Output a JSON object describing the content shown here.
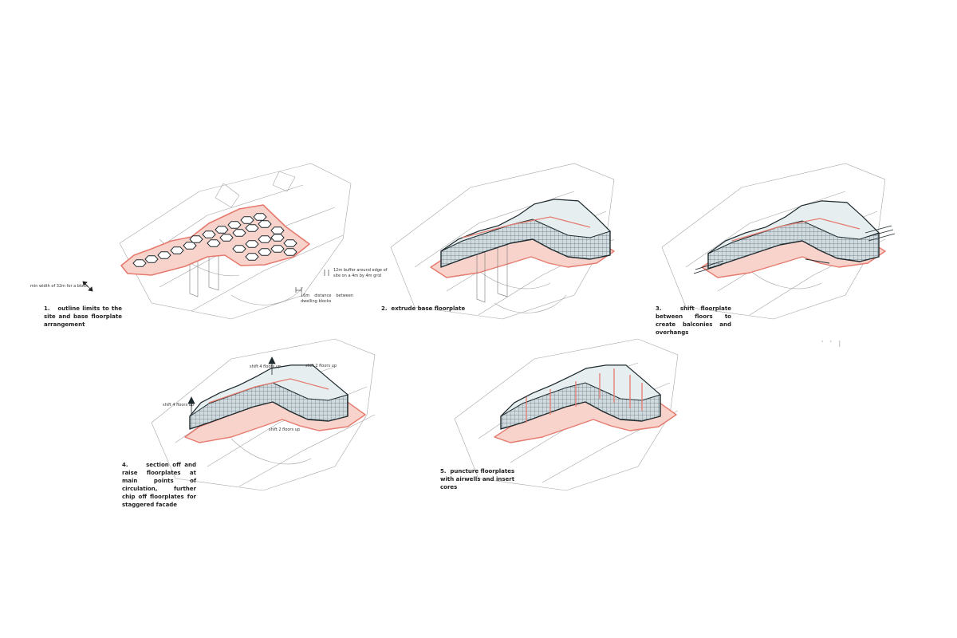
{
  "captions": [
    {
      "num": "1.",
      "text": "outline limits to the site and base floorplate arrangement"
    },
    {
      "num": "2.",
      "text": "extrude base floorplate"
    },
    {
      "num": "3.",
      "text": "shift floorplate between floors to create balconies and overhangs"
    },
    {
      "num": "4.",
      "text": "section off and raise floorplates at main points of circulation, further chip off floorplates for staggered facade"
    },
    {
      "num": "5.",
      "text": "puncture floorplates with airwells and insert cores"
    }
  ],
  "annotations": {
    "min_width": "min width of 32m for a block",
    "buffer": "12m buffer around edge of site on a 4m by 4m grid",
    "distance": "16m distance between dwelling blocks",
    "shift_4_top": "shift 4 floors up",
    "shift_4_left": "shift 4 floors up",
    "shift_2_right": "shift 2 floors up",
    "shift_2_bottom": "shift 2 floors up"
  },
  "colors": {
    "outline": "#e57a6e",
    "outline_fill": "#f8d3cc",
    "mass": "#d9e3e6",
    "mass_dark": "#9fb2b8",
    "edge": "#1e2a2e",
    "context": "#9a9a9a"
  }
}
